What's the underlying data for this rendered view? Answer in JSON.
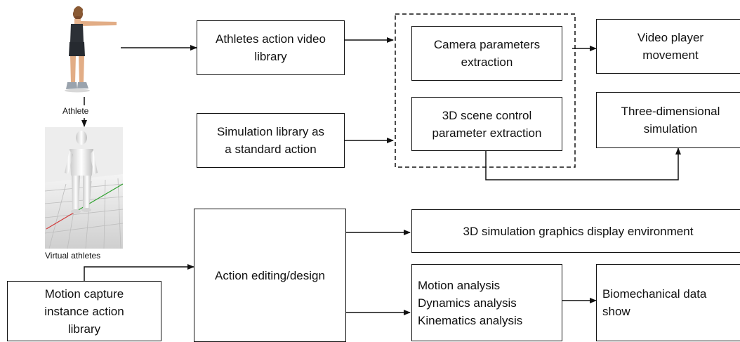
{
  "captions": {
    "athlete": "Athlete",
    "virtual_athletes": "Virtual athletes"
  },
  "boxes": {
    "athletes_action_video_library": "Athletes action video\nlibrary",
    "simulation_library_standard_action": "Simulation library as\na standard action",
    "camera_parameters_extraction": "Camera parameters\nextraction",
    "scene_control_parameter_extraction": "3D scene control\nparameter extraction",
    "video_player_movement": "Video player\nmovement",
    "three_dimensional_simulation": "Three-dimensional\nsimulation",
    "action_editing_design": "Action editing/design",
    "graphics_display_environment": "3D  simulation graphics display environment",
    "analysis_list": "Motion analysis\nDynamics analysis\nKinematics analysis",
    "biomechanical_data_show": "Biomechanical data\nshow",
    "motion_capture_library": "Motion capture\ninstance action\nlibrary"
  },
  "icons": {
    "athlete_photo": "athlete-figure-icon",
    "virtual_athlete_render": "mannequin-3d-icon"
  }
}
